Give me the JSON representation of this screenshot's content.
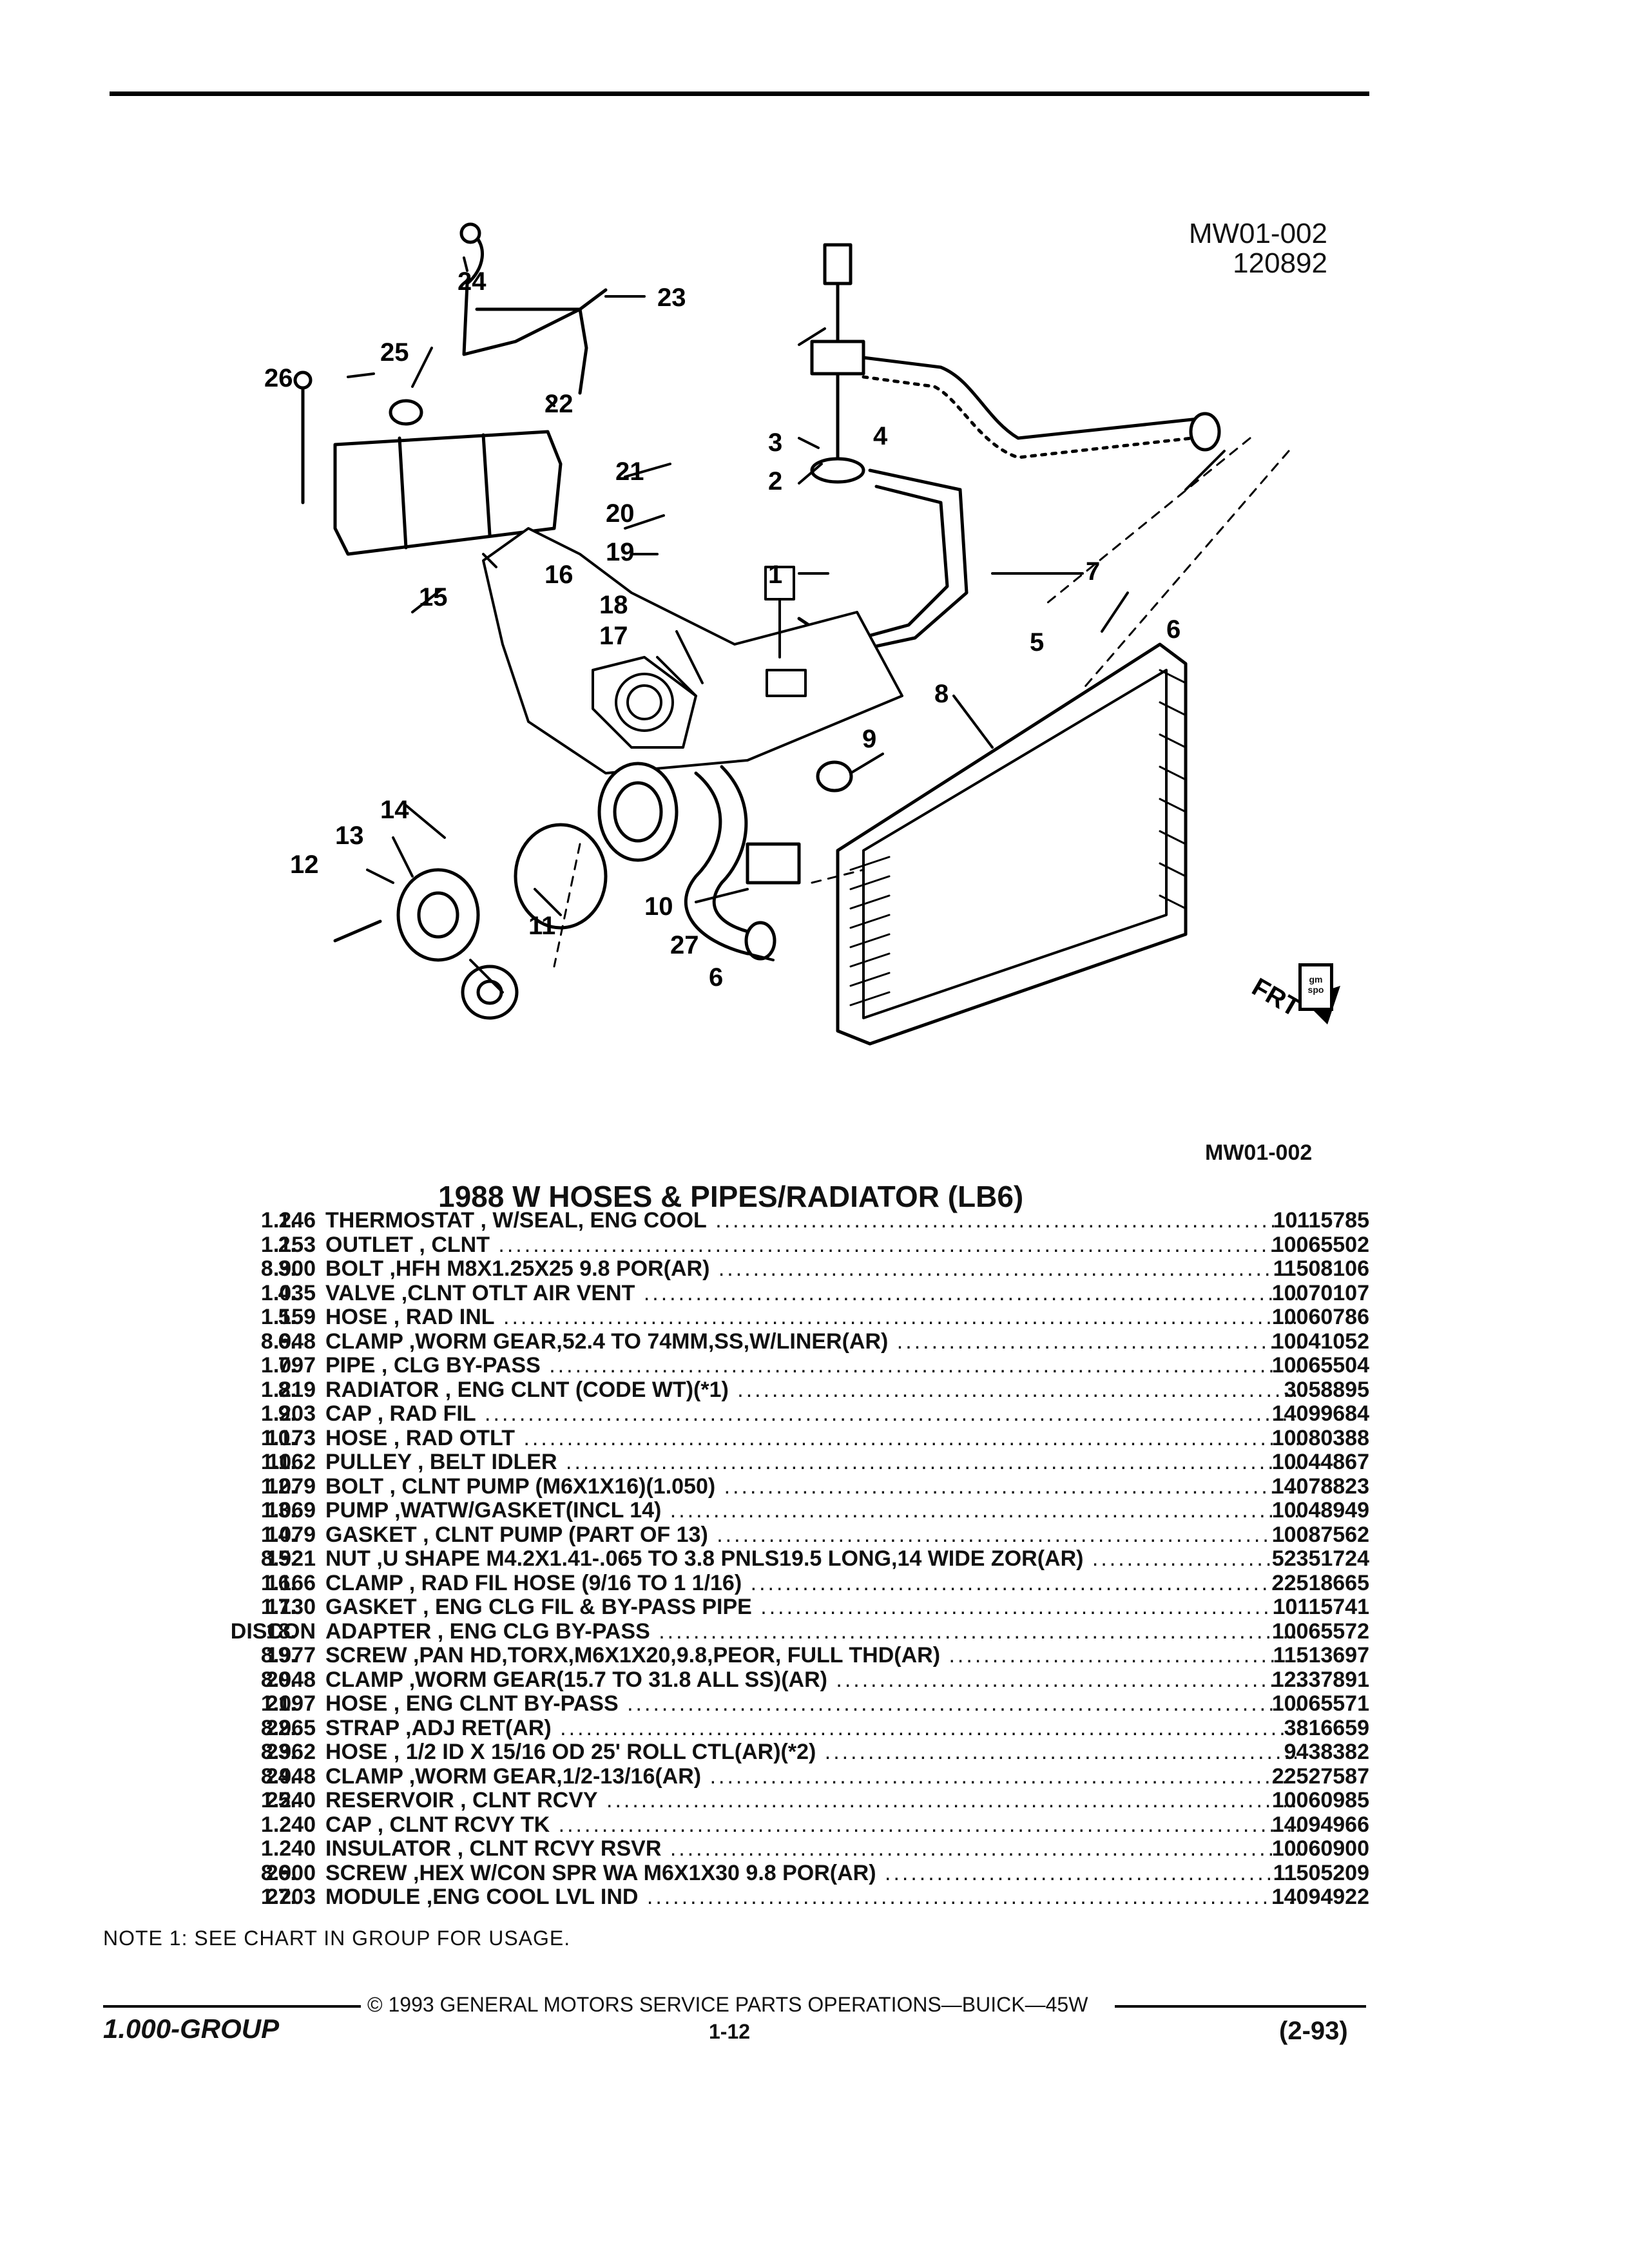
{
  "ref_code": "MW01-002",
  "ref_date": "120892",
  "ref_caption": "MW01-002",
  "title": "1988 W HOSES & PIPES/RADIATOR (LB6)",
  "diagram": {
    "callouts": [
      "1",
      "2",
      "3",
      "4",
      "5",
      "6",
      "7",
      "8",
      "9",
      "10",
      "11",
      "12",
      "13",
      "14",
      "15",
      "16",
      "17",
      "18",
      "19",
      "20",
      "21",
      "22",
      "23",
      "24",
      "25",
      "26",
      "27",
      "6"
    ],
    "front_label": "FRT",
    "badge_text": "gm spo"
  },
  "parts": [
    {
      "no": "1.",
      "code": "1.246",
      "desc": "THERMOSTAT , W/SEAL, ENG COOL",
      "pn": "10115785"
    },
    {
      "no": "2.",
      "code": "1.153",
      "desc": "OUTLET , CLNT",
      "pn": "10065502"
    },
    {
      "no": "3.",
      "code": "8.900",
      "desc": "BOLT ,HFH M8X1.25X25 9.8 POR(AR)",
      "pn": "11508106"
    },
    {
      "no": "4.",
      "code": "1.035",
      "desc": "VALVE ,CLNT OTLT AIR VENT",
      "pn": "10070107"
    },
    {
      "no": "5.",
      "code": "1.159",
      "desc": "HOSE , RAD INL",
      "pn": "10060786"
    },
    {
      "no": "6.",
      "code": "8.948",
      "desc": "CLAMP ,WORM GEAR,52.4 TO 74MM,SS,W/LINER(AR)",
      "pn": "10041052"
    },
    {
      "no": "7.",
      "code": "1.097",
      "desc": "PIPE , CLG BY-PASS",
      "pn": "10065504"
    },
    {
      "no": "8.",
      "code": "1.219",
      "desc": "RADIATOR , ENG CLNT (CODE WT)(*1)",
      "pn": "3058895"
    },
    {
      "no": "9.",
      "code": "1.203",
      "desc": "CAP , RAD FIL",
      "pn": "14099684"
    },
    {
      "no": "10.",
      "code": "1.173",
      "desc": "HOSE , RAD OTLT",
      "pn": "10080388"
    },
    {
      "no": "11.",
      "code": "1.062",
      "desc": "PULLEY , BELT IDLER",
      "pn": "10044867"
    },
    {
      "no": "12.",
      "code": "1.079",
      "desc": "BOLT , CLNT PUMP (M6X1X16)(1.050)",
      "pn": "14078823"
    },
    {
      "no": "13.",
      "code": "1.069",
      "desc": "PUMP ,WATW/GASKET(INCL 14)",
      "pn": "10048949"
    },
    {
      "no": "14.",
      "code": "1.079",
      "desc": "GASKET , CLNT PUMP (PART OF 13)",
      "pn": "10087562"
    },
    {
      "no": "15.",
      "code": "8.921",
      "desc": "NUT ,U SHAPE M4.2X1.41-.065 TO 3.8 PNLS19.5 LONG,14 WIDE ZOR(AR)",
      "pn": "52351724"
    },
    {
      "no": "16.",
      "code": "1.166",
      "desc": "CLAMP , RAD FIL HOSE (9/16 TO 1 1/16)",
      "pn": "22518665"
    },
    {
      "no": "17.",
      "code": "1.130",
      "desc": "GASKET , ENG CLG FIL & BY-PASS PIPE",
      "pn": "10115741"
    },
    {
      "no": "18.",
      "code": "DISCON",
      "desc": "ADAPTER , ENG CLG BY-PASS",
      "pn": "10065572"
    },
    {
      "no": "19.",
      "code": "8.977",
      "desc": "SCREW ,PAN HD,TORX,M6X1X20,9.8,PEOR, FULL THD(AR)",
      "pn": "11513697"
    },
    {
      "no": "20.",
      "code": "8.948",
      "desc": "CLAMP ,WORM GEAR(15.7 TO 31.8 ALL SS)(AR)",
      "pn": "12337891"
    },
    {
      "no": "21.",
      "code": "1.097",
      "desc": "HOSE , ENG CLNT BY-PASS",
      "pn": "10065571"
    },
    {
      "no": "22.",
      "code": "8.965",
      "desc": "STRAP ,ADJ RET(AR)",
      "pn": "3816659"
    },
    {
      "no": "23.",
      "code": "8.962",
      "desc": "HOSE , 1/2 ID X 15/16 OD 25' ROLL CTL(AR)(*2)",
      "pn": "9438382"
    },
    {
      "no": "24.",
      "code": "8.948",
      "desc": "CLAMP ,WORM GEAR,1/2-13/16(AR)",
      "pn": "22527587"
    },
    {
      "no": "25.",
      "code": "1.240",
      "desc": "RESERVOIR , CLNT RCVY",
      "pn": "10060985"
    },
    {
      "no": "",
      "code": "1.240",
      "desc": "CAP , CLNT RCVY TK",
      "pn": "14094966"
    },
    {
      "no": "",
      "code": "1.240",
      "desc": "INSULATOR , CLNT RCVY RSVR",
      "pn": "10060900"
    },
    {
      "no": "26.",
      "code": "8.900",
      "desc": "SCREW ,HEX W/CON SPR WA M6X1X30 9.8 POR(AR)",
      "pn": "11505209"
    },
    {
      "no": "27.",
      "code": "1.203",
      "desc": "MODULE ,ENG COOL LVL IND",
      "pn": "14094922"
    }
  ],
  "note": "NOTE  1:  SEE CHART IN GROUP FOR USAGE.",
  "footer": {
    "copyright": "© 1993 GENERAL MOTORS SERVICE PARTS OPERATIONS—BUICK—45W",
    "group": "1.000-GROUP",
    "page": "1-12",
    "date": "(2-93)"
  }
}
